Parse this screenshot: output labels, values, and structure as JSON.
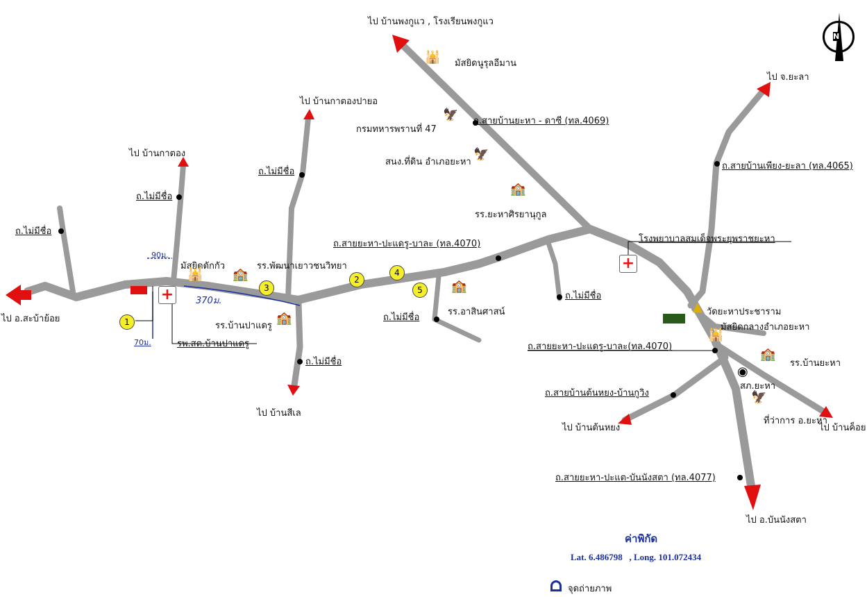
{
  "colors": {
    "road": "#9a9a9a",
    "arrow": "#e01010",
    "marker": "#f5ee2a",
    "text_blue": "#1a2fa0"
  },
  "compass": {
    "label": "N"
  },
  "destinations": {
    "phong_ku_wae": "ไป บ้านพงกูแว , โรงเรียนพงกูแว",
    "yala": "ไป จ.ยะลา",
    "kato_payo": "ไป บ้านกาตองปายอ",
    "kato": "ไป บ้านกาตอง",
    "saba_yoi": "ไป อ.สะบ้าย้อย",
    "si_le": "ไป บ้านสีเล",
    "ton_yong": "ไป บ้านต้นหยง",
    "khoi": "ไป บ้านค็อย",
    "bannang_sata": "ไป อ.บันนังสตา"
  },
  "roads": {
    "no_name": "ถ.ไม่มีชื่อ",
    "yaha_dachi": "ถ.สายบ้านยะหา - ดาซี (ทล.4069)",
    "pieng_yala": "ถ.สายบ้านเพียง-ยะลา (ทล.4065)",
    "yaha_pakae_bala": "ถ.สายยะหา-ปะแดรู-บาละ (ทล.4070)",
    "yaha_pakae_bala2": "ถ.สายยะหา-ปะแดรู-บาละ(ทล.4070)",
    "ton_yong_kuwing": "ถ.สายบ้านต้นหยง-บ้านกูวิง",
    "bannang_sata": "ถ.สายยะหา-ปะแต-บันนังสตา (ทล.4077)"
  },
  "places": {
    "mosque_nurul": "มัสยิดนูรุลอีมาน",
    "army": "กรมทหารพรานที่ 47",
    "land_office": "สนง.ที่ดิน อำเภอยะหา",
    "school_sirayanukul": "รร.ยะหาศิรยานุกูล",
    "hospital": "โรงพยาบาลสมเด็จพระยุพราชยะหา",
    "wat": "วัดยะหาประชาราม",
    "central_mosque": "มัสยิดกลางอำเภอยะหา",
    "school_yaha": "รร.บ้านยะหา",
    "police": "สภ.ยะหา",
    "district_office": "ที่ว่าการ อ.ยะหา",
    "mosque_daktakwa": "มัสยิดดักกัว",
    "school_phatthana": "รร.พัฒนาเยาวชนวิทยา",
    "school_pakae": "รร.บ้านปาแดรู",
    "health_center": "รพ.สต.บ้านปาแดรู",
    "school_asin": "รร.อาสินศาสน์"
  },
  "distances": {
    "d90": "90ม.",
    "d370": "370ม.",
    "d70": "70ม."
  },
  "markers": [
    "1",
    "2",
    "3",
    "4",
    "5"
  ],
  "coords": {
    "title": "ค่าพิกัด",
    "value": "Lat. 6.486798   , Long. 101.072434"
  },
  "legend": {
    "photo_point": "จุดถ่ายภาพ"
  }
}
